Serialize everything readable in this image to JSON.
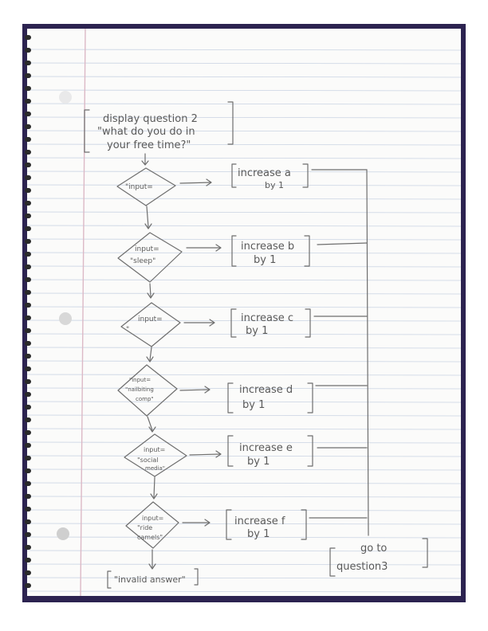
{
  "diagram": {
    "start": {
      "lines": [
        "display question 2",
        "\"what do you do in",
        "your free time?\""
      ]
    },
    "decisions": [
      {
        "lines": [
          "\"input=",
          ""
        ]
      },
      {
        "lines": [
          "input=",
          "\"sleep\""
        ]
      },
      {
        "lines": [
          "input=",
          "\""
        ]
      },
      {
        "lines": [
          "\"input=",
          "\"nailbiting",
          "comp\""
        ]
      },
      {
        "lines": [
          "input=",
          "\"social",
          "media\""
        ]
      },
      {
        "lines": [
          "input=",
          "\"ride",
          "camels\""
        ]
      }
    ],
    "actions": [
      {
        "lines": [
          "increase a",
          "by 1"
        ]
      },
      {
        "lines": [
          "increase b",
          "by 1"
        ]
      },
      {
        "lines": [
          "increase c",
          "by 1"
        ]
      },
      {
        "lines": [
          "increase d",
          "by 1"
        ]
      },
      {
        "lines": [
          "increase e",
          "by 1"
        ]
      },
      {
        "lines": [
          "increase f",
          "by 1"
        ]
      }
    ],
    "end": {
      "lines": [
        "go to",
        "question3"
      ]
    },
    "fallback": {
      "lines": [
        "\"invalid answer\""
      ]
    }
  },
  "colors": {
    "pencil": "#6e6e6e",
    "paper": "#fbfbfa",
    "rule": "#c9d3e3",
    "margin": "#dcb9c6",
    "cover": "#2c2350"
  }
}
